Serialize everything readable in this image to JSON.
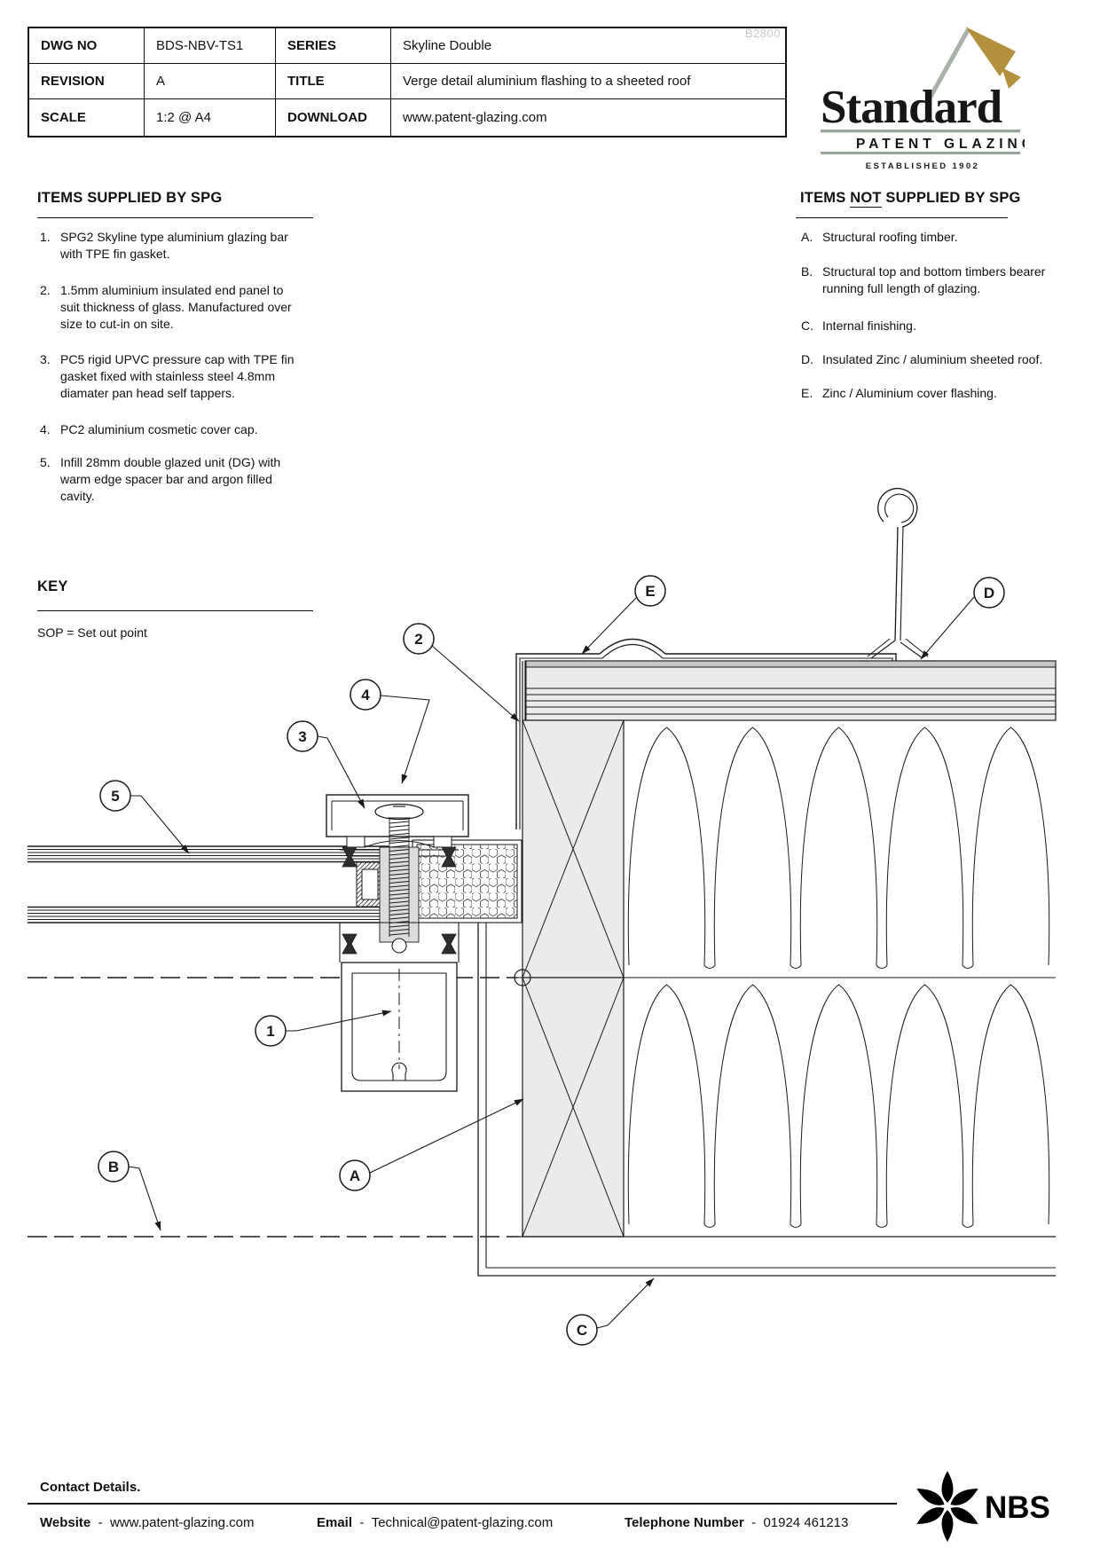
{
  "watermark": "B2800",
  "title_block": {
    "rows": [
      {
        "label": "DWG NO",
        "value": "BDS-NBV-TS1",
        "label2": "SERIES",
        "value2": "Skyline Double"
      },
      {
        "label": "REVISION",
        "value": "A",
        "label2": "TITLE",
        "value2": "Verge detail aluminium flashing to a sheeted roof"
      },
      {
        "label": "SCALE",
        "value": "1:2 @ A4",
        "label2": "DOWNLOAD",
        "value2": "www.patent-glazing.com"
      }
    ]
  },
  "logo": {
    "name": "Standard",
    "subtitle": "PATENT GLAZING",
    "established": "ESTABLISHED 1902",
    "gold": "#b3913c",
    "gray_green": "#a8b2a8",
    "bar_gray": "#9aa49a",
    "text_black": "#161616"
  },
  "supplied": {
    "heading": "ITEMS SUPPLIED BY SPG",
    "items": [
      {
        "num": "1.",
        "text": "SPG2 Skyline type aluminium glazing bar with TPE fin gasket."
      },
      {
        "num": "2.",
        "text": "1.5mm aluminium insulated end panel to suit thickness of glass. Manufactured over size to cut-in on site."
      },
      {
        "num": "3.",
        "text": "PC5 rigid UPVC pressure cap with TPE fin gasket fixed with stainless steel 4.8mm diamater pan head self tappers."
      },
      {
        "num": "4.",
        "text": "PC2 aluminium cosmetic cover cap."
      },
      {
        "num": "5.",
        "text": "Infill 28mm double glazed unit (DG) with warm edge spacer bar and argon filled cavity."
      }
    ]
  },
  "not_supplied": {
    "heading_prefix": "ITEMS ",
    "heading_underlined": "NOT",
    "heading_suffix": " SUPPLIED BY SPG",
    "items": [
      {
        "num": "A.",
        "text": "Structural roofing timber."
      },
      {
        "num": "B.",
        "text": "Structural top and bottom timbers bearer running full length of glazing."
      },
      {
        "num": "C.",
        "text": "Internal finishing."
      },
      {
        "num": "D.",
        "text": "Insulated Zinc / aluminium sheeted roof."
      },
      {
        "num": "E.",
        "text": "Zinc / Aluminium cover flashing."
      }
    ]
  },
  "key": {
    "heading": "KEY",
    "text": "SOP = Set out point"
  },
  "drawing": {
    "sop_label": "SOP",
    "callouts": [
      "1",
      "2",
      "3",
      "4",
      "5",
      "A",
      "B",
      "C",
      "D",
      "E"
    ],
    "line_color": "#1a1a1a",
    "fill_gray": "#ebebeb",
    "deck_dark": "#c6c6c6",
    "pad_gray": "#dcdcdc"
  },
  "footer": {
    "heading": "Contact Details.",
    "website_label": "Website",
    "website_sep": "-",
    "website_value": "www.patent-glazing.com",
    "email_label": "Email",
    "email_sep": "-",
    "email_value": "Technical@patent-glazing.com",
    "phone_label": "Telephone Number",
    "phone_sep": "-",
    "phone_value": "01924 461213",
    "nbs_label": "NBS"
  }
}
